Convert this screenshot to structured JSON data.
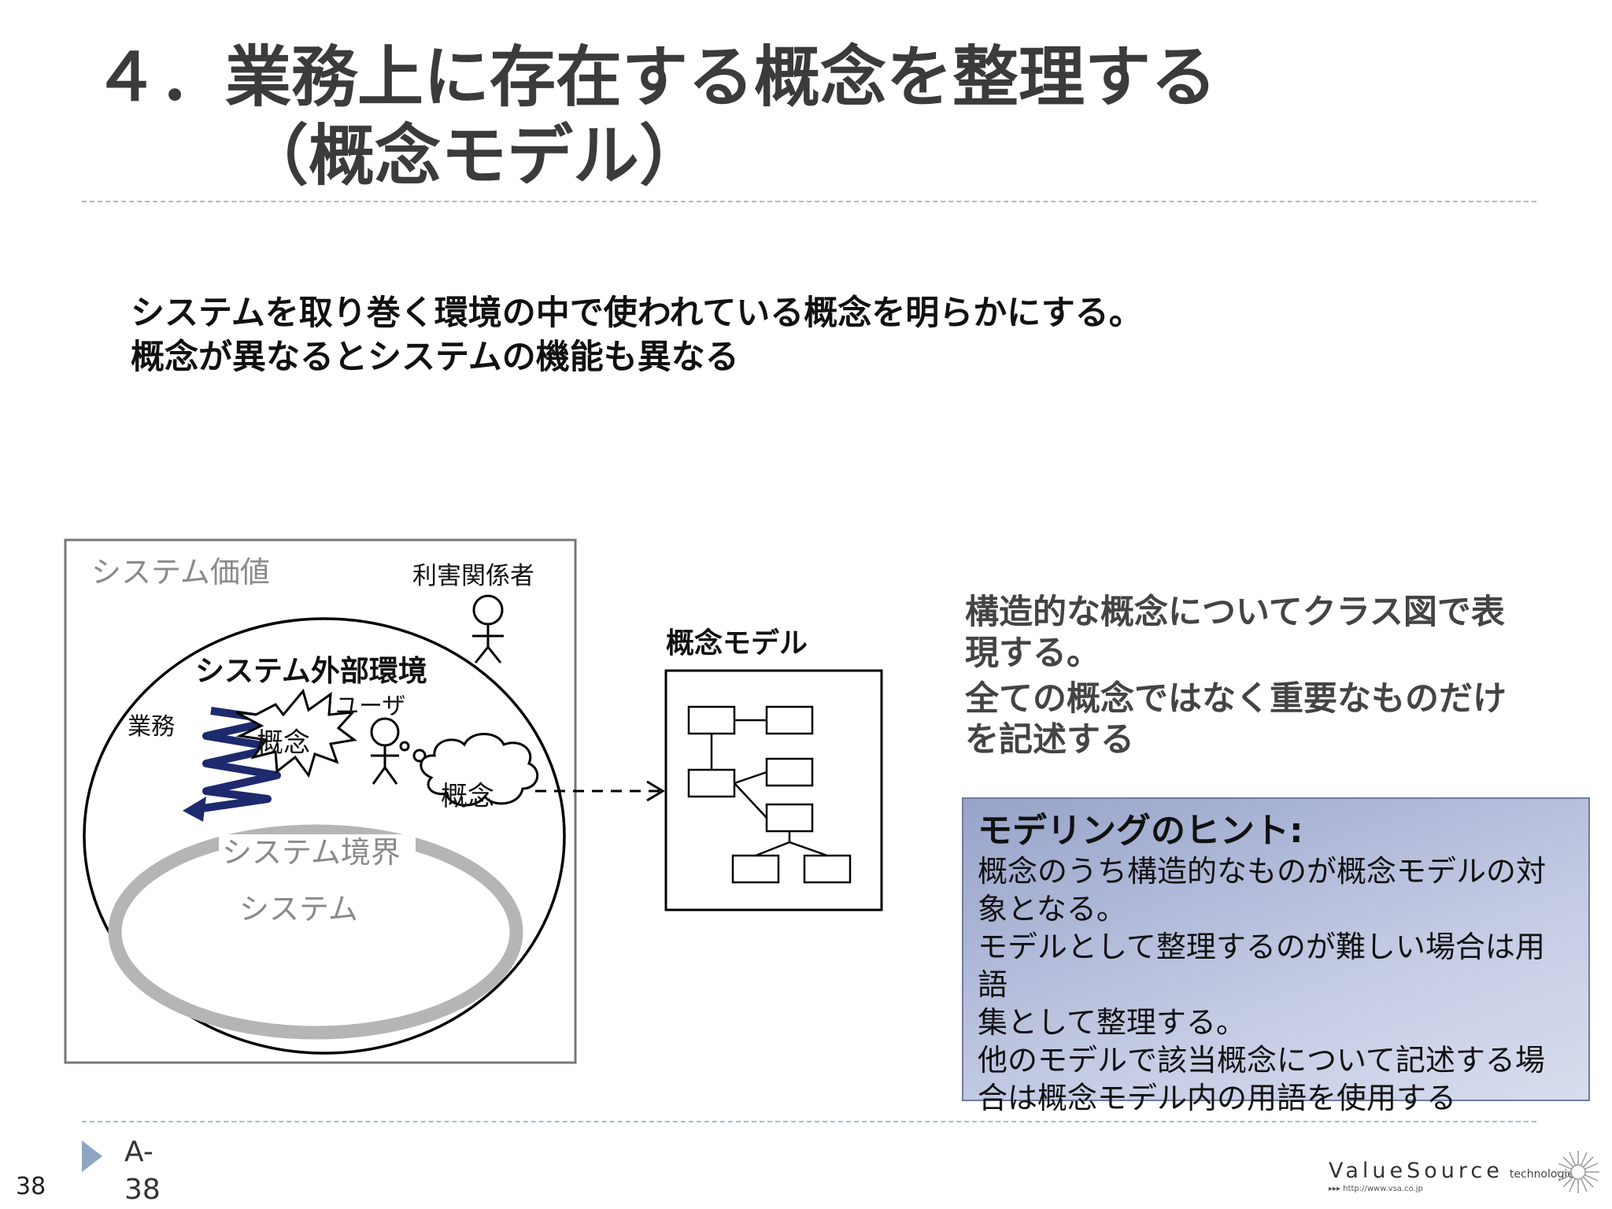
{
  "slide": {
    "title_line1": "４．業務上に存在する概念を整理する",
    "title_line2": "（概念モデル）",
    "intro_line1": "システムを取り巻く環境の中で使われている概念を明らかにする。",
    "intro_line2": "概念が異なるとシステムの機能も異なる"
  },
  "diagram": {
    "system_value": "システム価値",
    "stakeholder": "利害関係者",
    "external_env": "システム外部環境",
    "user": "ユーザ",
    "business": "業務",
    "concept_burst": "概念",
    "concept_cloud": "概念",
    "system_boundary": "システム境界",
    "system": "システム",
    "concept_model": "概念モデル"
  },
  "notes": {
    "line1": "構造的な概念についてクラス図で表",
    "line2": "現する。",
    "line3": "全ての概念ではなく重要なものだけ",
    "line4": "を記述する"
  },
  "hint": {
    "heading": "モデリングのヒント:",
    "lines": [
      "概念のうち構造的なものが概念モデルの対",
      "象となる。",
      "モデルとして整理するのが難しい場合は用語",
      "集として整理する。",
      "他のモデルで該当概念について記述する場",
      "合は概念モデル内の用語を使用する"
    ]
  },
  "footer": {
    "slide_id_1": "A-",
    "slide_id_2": "38",
    "page_number": "38",
    "logo_main": "ValueSource",
    "logo_sub": "technologies",
    "logo_url": "▸▸▸ http://www.vsa.co.jp"
  },
  "colors": {
    "title": "#3b3b3b",
    "rule": "#a9b8cc",
    "hint_box": "#a9b2d6",
    "arrow": "#1e2a6e",
    "boundary": "#b5b5b5"
  }
}
